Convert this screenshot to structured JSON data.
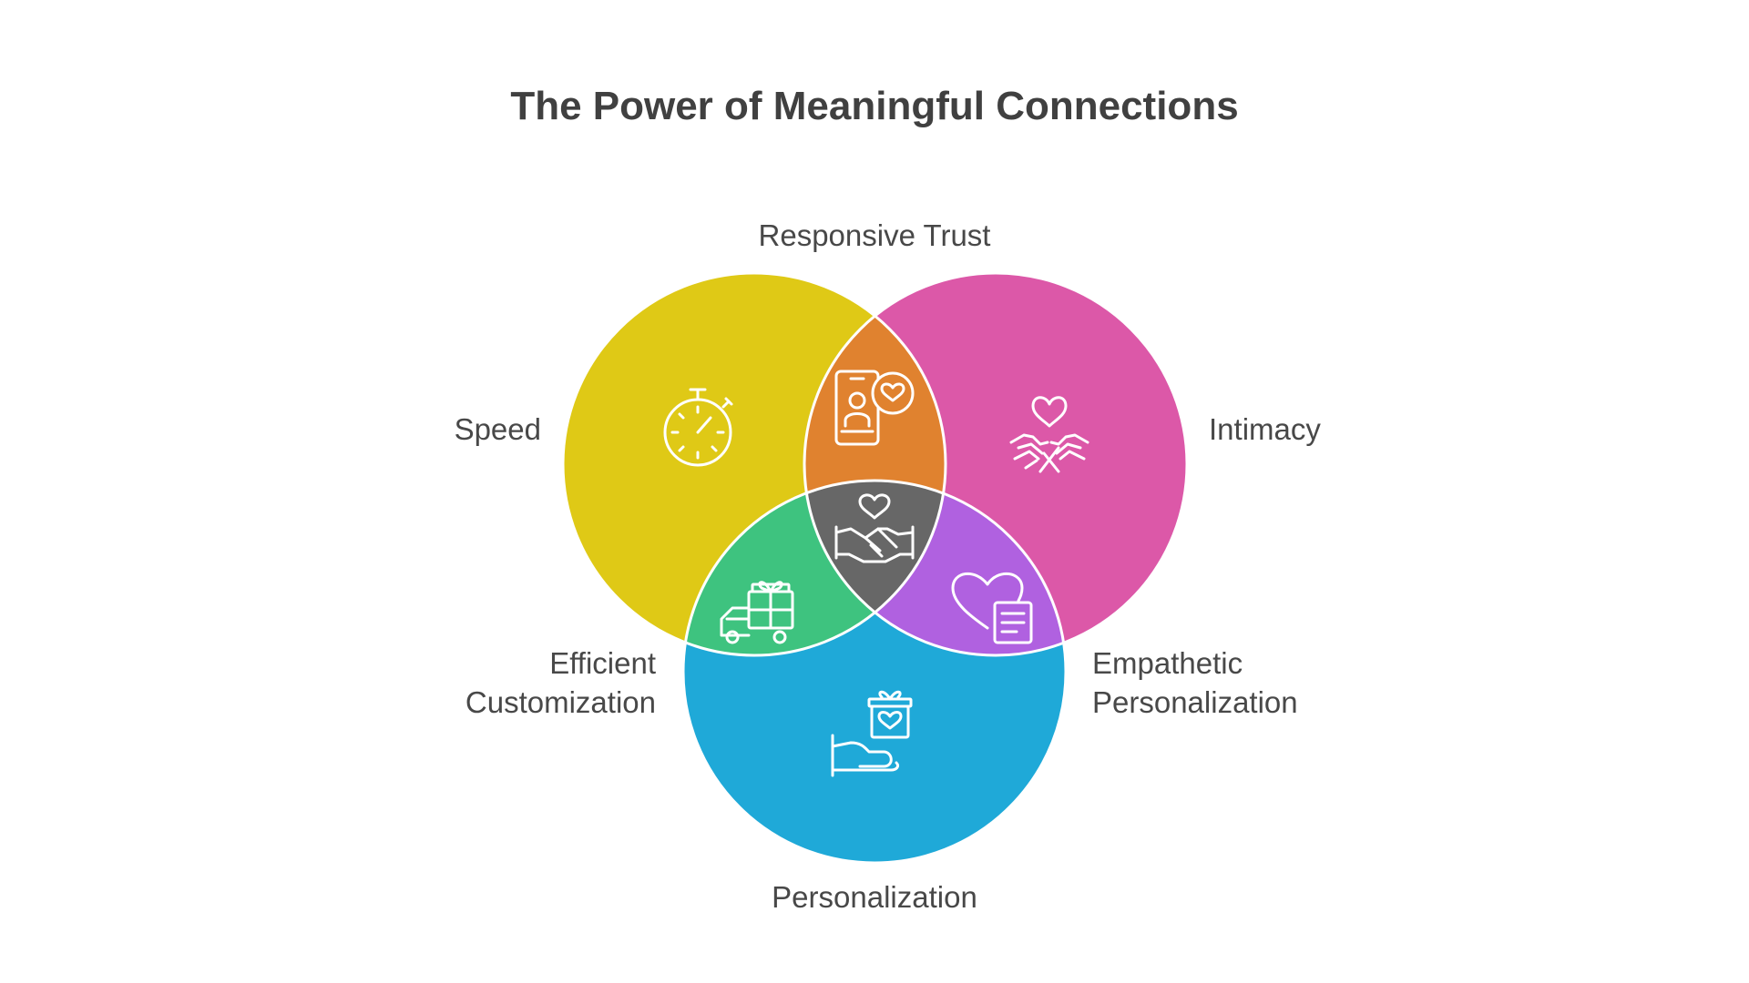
{
  "title": "The Power of Meaningful Connections",
  "sets": [
    {
      "id": "speed",
      "label": "Speed",
      "color": "#dfc916",
      "icon": "stopwatch-icon"
    },
    {
      "id": "intimacy",
      "label": "Intimacy",
      "color": "#dc58a8",
      "icon": "heart-hands-icon"
    },
    {
      "id": "personalization",
      "label": "Personalization",
      "color": "#1fa9d8",
      "icon": "hand-gift-icon"
    }
  ],
  "intersections": [
    {
      "id": "responsive-trust",
      "sets": [
        "speed",
        "intimacy"
      ],
      "label": "Responsive Trust",
      "color": "#e0822f",
      "icon": "phone-heart-icon"
    },
    {
      "id": "efficient-customization",
      "sets": [
        "speed",
        "personalization"
      ],
      "label": "Efficient Customization",
      "lines": [
        "Efficient",
        "Customization"
      ],
      "color": "#3ec37f",
      "icon": "delivery-truck-gift-icon"
    },
    {
      "id": "empathetic-personalization",
      "sets": [
        "intimacy",
        "personalization"
      ],
      "label": "Empathetic Personalization",
      "lines": [
        "Empathetic",
        "Personalization"
      ],
      "color": "#b061e0",
      "icon": "heart-document-icon"
    },
    {
      "id": "center",
      "sets": [
        "speed",
        "intimacy",
        "personalization"
      ],
      "label": "",
      "color": "#676767",
      "icon": "handshake-heart-icon"
    }
  ]
}
